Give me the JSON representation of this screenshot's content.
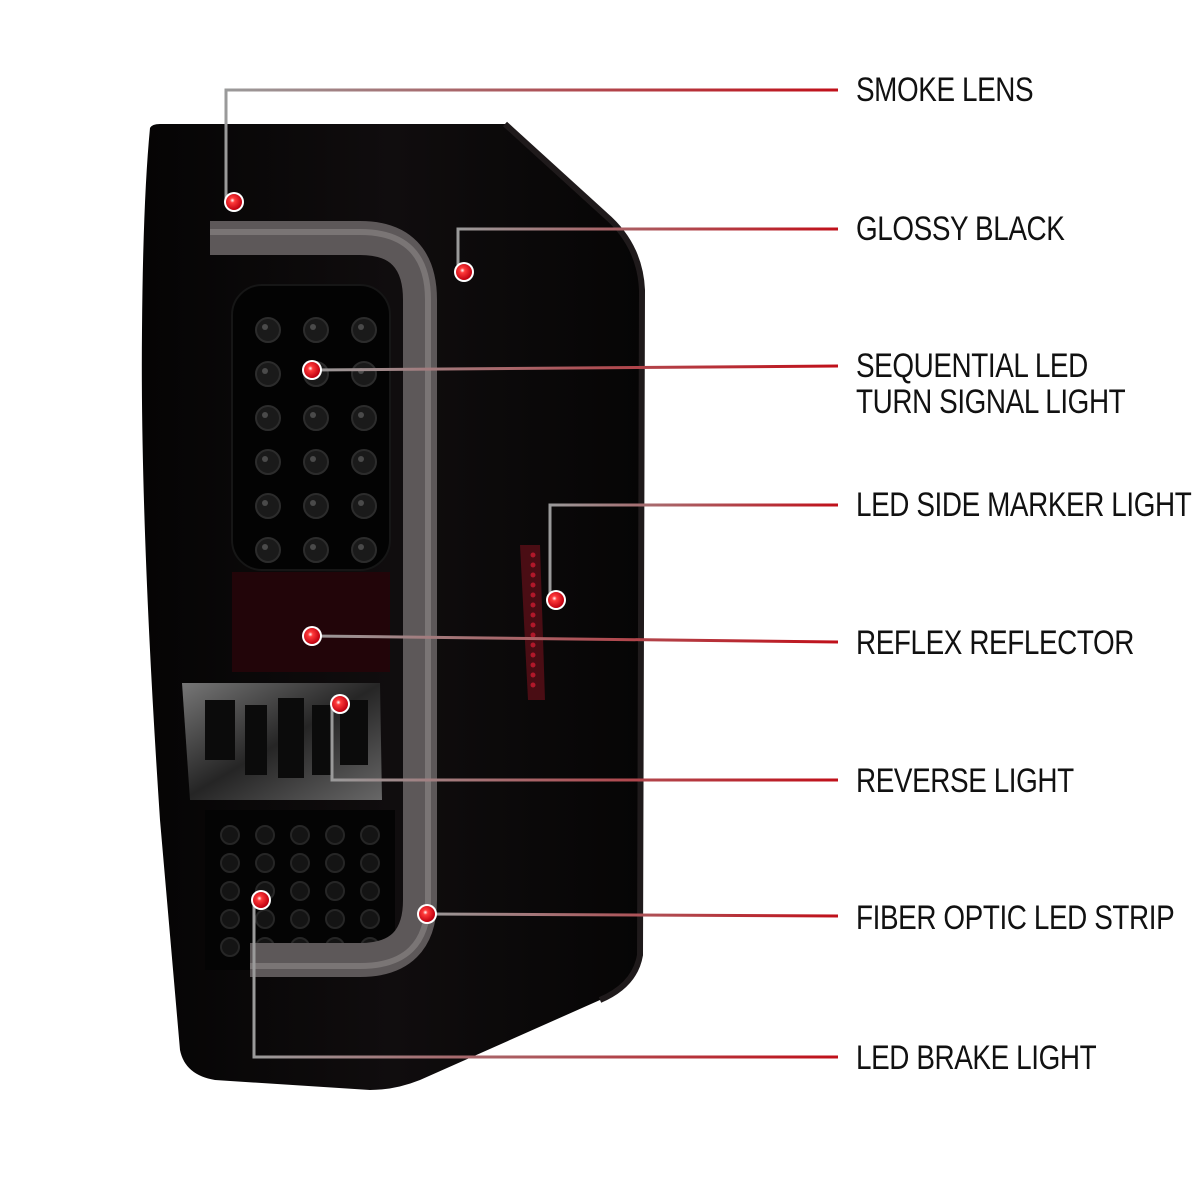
{
  "callouts": [
    {
      "id": "smoke-lens",
      "lines": [
        "SMOKE LENS"
      ]
    },
    {
      "id": "glossy-black",
      "lines": [
        "GLOSSY BLACK"
      ]
    },
    {
      "id": "sequential-led",
      "lines": [
        "SEQUENTIAL LED",
        "TURN SIGNAL LIGHT"
      ]
    },
    {
      "id": "led-side-marker",
      "lines": [
        "LED SIDE MARKER LIGHT"
      ]
    },
    {
      "id": "reflex-reflector",
      "lines": [
        "REFLEX REFLECTOR"
      ]
    },
    {
      "id": "reverse-light",
      "lines": [
        "REVERSE LIGHT"
      ]
    },
    {
      "id": "fiber-optic",
      "lines": [
        "FIBER OPTIC LED STRIP"
      ]
    },
    {
      "id": "led-brake",
      "lines": [
        "LED BRAKE LIGHT"
      ]
    }
  ],
  "colors": {
    "marker": "#e0101a",
    "leader_start": "#9a9a9a",
    "leader_end": "#c0101a",
    "housing": "#0c0a0b",
    "fiber_strip": "#6e6a6b",
    "reflector": "#3a0a10"
  }
}
